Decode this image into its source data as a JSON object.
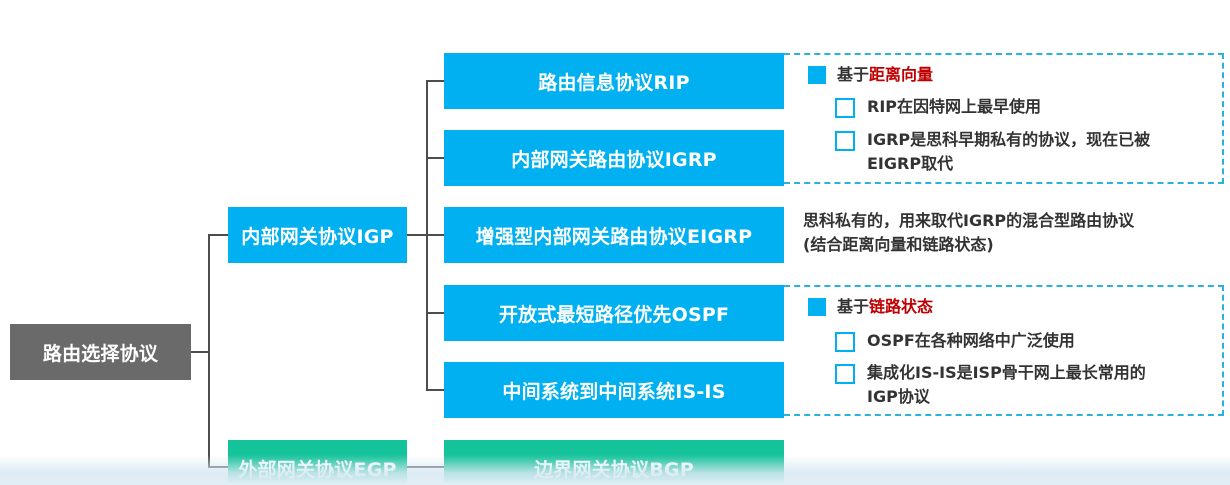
{
  "root": {
    "label": "路由选择协议"
  },
  "categories": {
    "igp": "内部网关协议IGP",
    "egp": "外部网关协议EGP"
  },
  "protocols": {
    "rip": "路由信息协议RIP",
    "igrp": "内部网关路由协议IGRP",
    "eigrp": "增强型内部网关路由协议EIGRP",
    "ospf": "开放式最短路径优先OSPF",
    "isis": "中间系统到中间系统IS-IS",
    "bgp": "边界网关协议BGP"
  },
  "note_distance_vector": {
    "heading_prefix": "基于",
    "heading_highlight": "距离向量",
    "items": [
      [
        "RIP在因特网上最早使用"
      ],
      [
        "IGRP是思科早期私有的协议，现在已被",
        "EIGRP取代"
      ]
    ]
  },
  "note_eigrp": {
    "lines": [
      "思科私有的，用来取代IGRP的混合型路由协议",
      "(结合距离向量和链路状态)"
    ]
  },
  "note_link_state": {
    "heading_prefix": "基于",
    "heading_highlight": "链路状态",
    "items": [
      [
        "OSPF在各种网络中广泛使用"
      ],
      [
        "集成化IS-IS是ISP骨干网上最长常用的",
        "IGP协议"
      ]
    ]
  },
  "colors": {
    "root_box": "#6a6a6a",
    "igp_box": "#00b0f0",
    "egp_box": "#15c39a",
    "highlight": "#c00000",
    "dashed_border": "#2ab2df"
  }
}
